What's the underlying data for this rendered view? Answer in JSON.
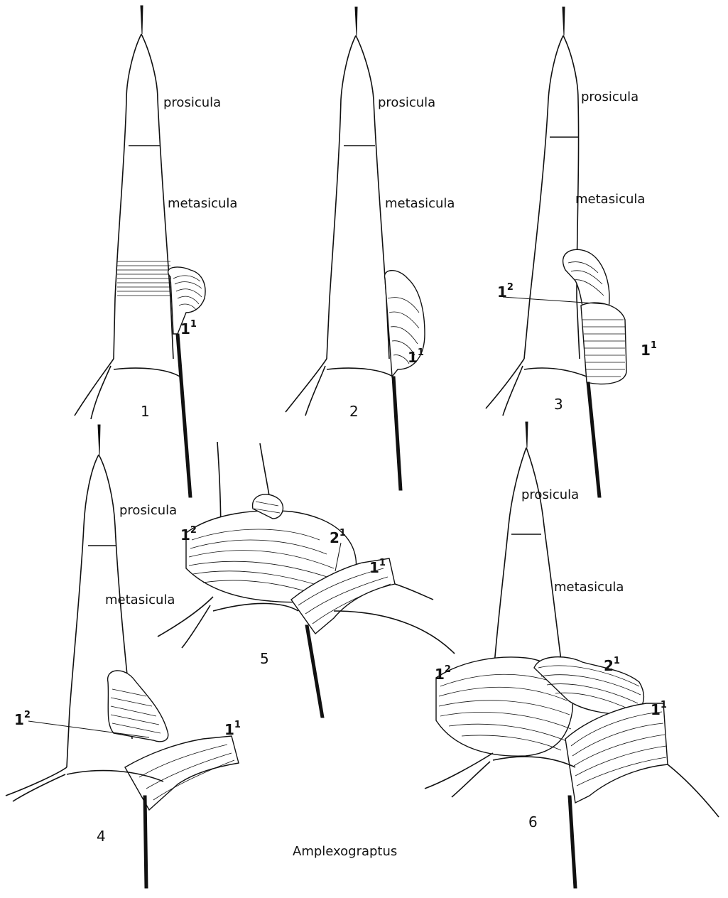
{
  "labels": {
    "prosicula": "prosicula",
    "metasicula": "metasicula",
    "theca_1_1": "1",
    "theca_1_2": "1",
    "theca_2_1": "2",
    "sup_1": "1",
    "sup_2": "2"
  },
  "panels": [
    "1",
    "2",
    "3",
    "4",
    "5",
    "6"
  ],
  "caption": "Amplexograptus"
}
